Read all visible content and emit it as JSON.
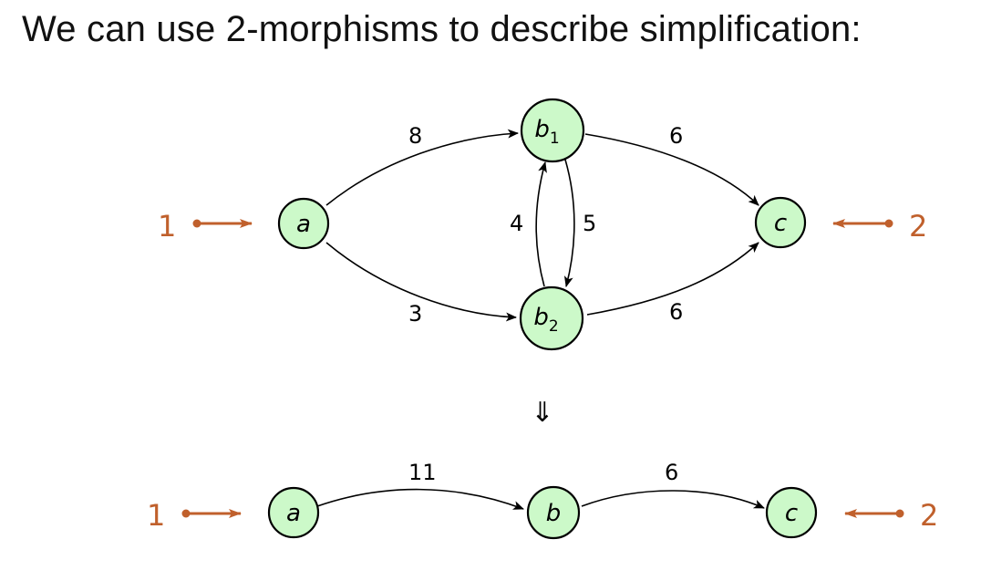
{
  "title": "We can use 2-morphisms to describe simplification:",
  "colors": {
    "node_fill": "#ccf9c9",
    "port": "#c0602c",
    "edge": "#000000"
  },
  "top_graph": {
    "nodes": {
      "a": {
        "label": "a",
        "sub": ""
      },
      "b1": {
        "label": "b",
        "sub": "1"
      },
      "b2": {
        "label": "b",
        "sub": "2"
      },
      "c": {
        "label": "c",
        "sub": ""
      }
    },
    "edges": {
      "a_b1": "8",
      "a_b2": "3",
      "b1_c": "6",
      "b2_c": "6",
      "b2_b1": "4",
      "b1_b2": "5"
    },
    "ports": {
      "left": "1",
      "right": "2"
    }
  },
  "implies_symbol": "⇓",
  "bottom_graph": {
    "nodes": {
      "a": {
        "label": "a"
      },
      "b": {
        "label": "b"
      },
      "c": {
        "label": "c"
      }
    },
    "edges": {
      "a_b": "11",
      "b_c": "6"
    },
    "ports": {
      "left": "1",
      "right": "2"
    }
  }
}
